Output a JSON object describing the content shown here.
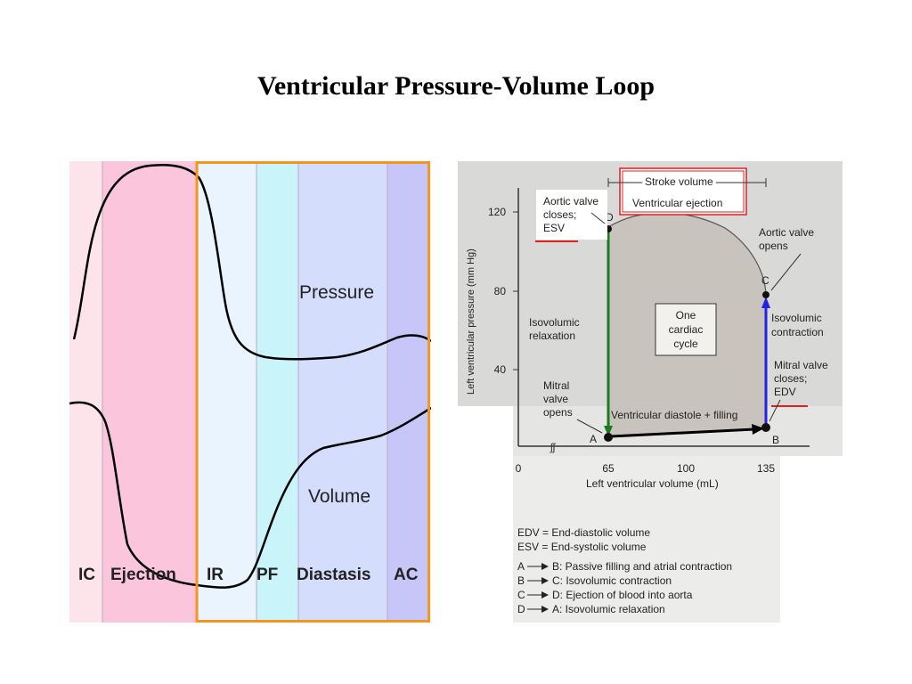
{
  "slide_title": "Ventricular Pressure-Volume Loop",
  "left_figure": {
    "curve_labels": {
      "pressure": "Pressure",
      "volume": "Volume"
    },
    "phases": [
      {
        "label": "IC",
        "color": "#fde3ea"
      },
      {
        "label": "Ejection",
        "color": "#fbc6dc"
      },
      {
        "label": "IR",
        "color": "#eaf4fe"
      },
      {
        "label": "PF",
        "color": "#c9f4fa"
      },
      {
        "label": "Diastasis",
        "color": "#d4ddfb"
      },
      {
        "label": "AC",
        "color": "#c7c6f8"
      }
    ],
    "highlight_color": "#f7941d"
  },
  "right_figure": {
    "y_axis_label": "Left ventricular pressure (mm Hg)",
    "x_axis_label": "Left ventricular volume (mL)",
    "y_ticks": [
      "120",
      "80",
      "40"
    ],
    "x_ticks": [
      "0",
      "65",
      "100",
      "135"
    ],
    "points": {
      "A": "A",
      "B": "B",
      "C": "C",
      "D": "D"
    },
    "stroke_volume": "Stroke volume",
    "ventricular_ejection": "Ventricular ejection",
    "aortic_closes": [
      "Aortic valve",
      "closes;",
      "ESV"
    ],
    "aortic_opens": [
      "Aortic valve",
      "opens"
    ],
    "isovolumic_relaxation": [
      "Isovolumic",
      "relaxation"
    ],
    "isovolumic_contraction": [
      "Isovolumic",
      "contraction"
    ],
    "one_cardiac_cycle": [
      "One",
      "cardiac",
      "cycle"
    ],
    "mitral_closes": [
      "Mitral valve",
      "closes;",
      "EDV"
    ],
    "mitral_opens": [
      "Mitral",
      "valve",
      "opens"
    ],
    "diastole_filling": "Ventricular diastole + filling",
    "legend": [
      "EDV = End-diastolic volume",
      "ESV = End-systolic volume",
      "B: Passive filling and atrial contraction",
      "C: Isovolumic contraction",
      "D: Ejection of blood into aorta",
      "A: Isovolumic relaxation"
    ],
    "legend_from": [
      "A",
      "B",
      "C",
      "D"
    ],
    "arrow_colors": {
      "d_to_a": "#1b7a1b",
      "c_to_d": "#2222e0",
      "a_to_b": "#000000",
      "underline": "#e02020"
    }
  }
}
